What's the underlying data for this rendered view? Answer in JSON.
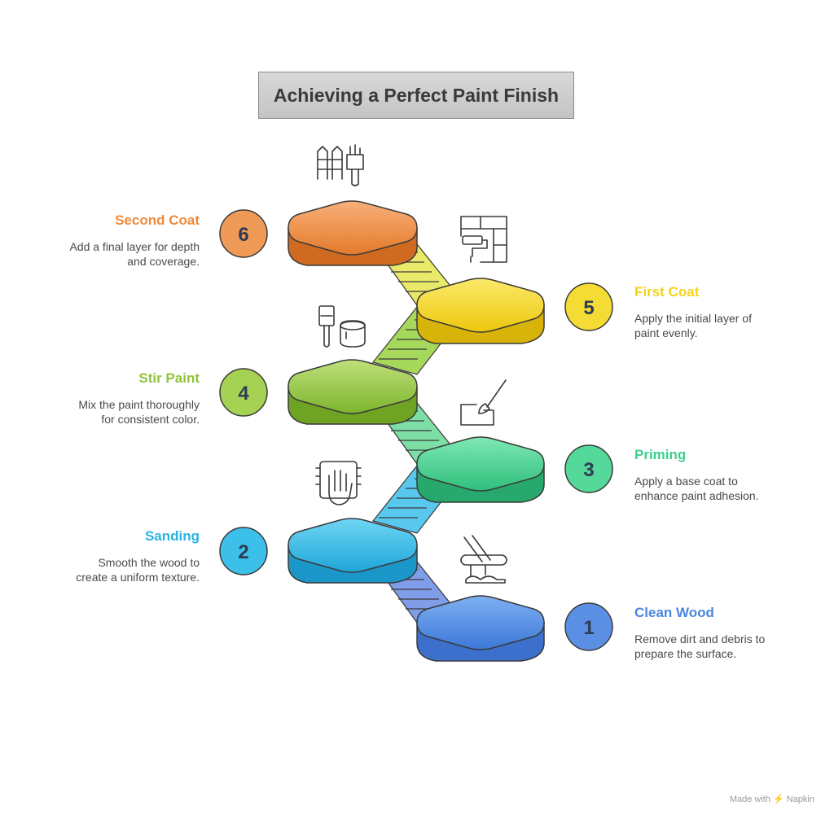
{
  "title": "Achieving a Perfect Paint Finish",
  "steps": [
    {
      "number": "1",
      "title": "Clean Wood",
      "line1": "Remove dirt and debris to",
      "line2": "prepare the surface.",
      "color": "#4a86e0",
      "icon": "cleaning-icon"
    },
    {
      "number": "2",
      "title": "Sanding",
      "line1": "Smooth the wood to",
      "line2": "create a uniform texture.",
      "color": "#28b4e0",
      "icon": "hand-sanding-icon"
    },
    {
      "number": "3",
      "title": "Priming",
      "line1": "Apply a base coat to",
      "line2": "enhance paint adhesion.",
      "color": "#3ecf8e",
      "icon": "primer-brush-icon"
    },
    {
      "number": "4",
      "title": "Stir Paint",
      "line1": "Mix the paint thoroughly",
      "line2": "for consistent color.",
      "color": "#8fc43a",
      "icon": "brush-and-can-icon"
    },
    {
      "number": "5",
      "title": "First Coat",
      "line1": "Apply the initial layer of",
      "line2": "paint evenly.",
      "color": "#f2d31b",
      "icon": "paint-roller-wall-icon"
    },
    {
      "number": "6",
      "title": "Second Coat",
      "line1": "Add a final layer for depth",
      "line2": "and coverage.",
      "color": "#ee8a3c",
      "icon": "fence-brush-icon"
    }
  ],
  "credit": "Made with ⚡ Napkin"
}
